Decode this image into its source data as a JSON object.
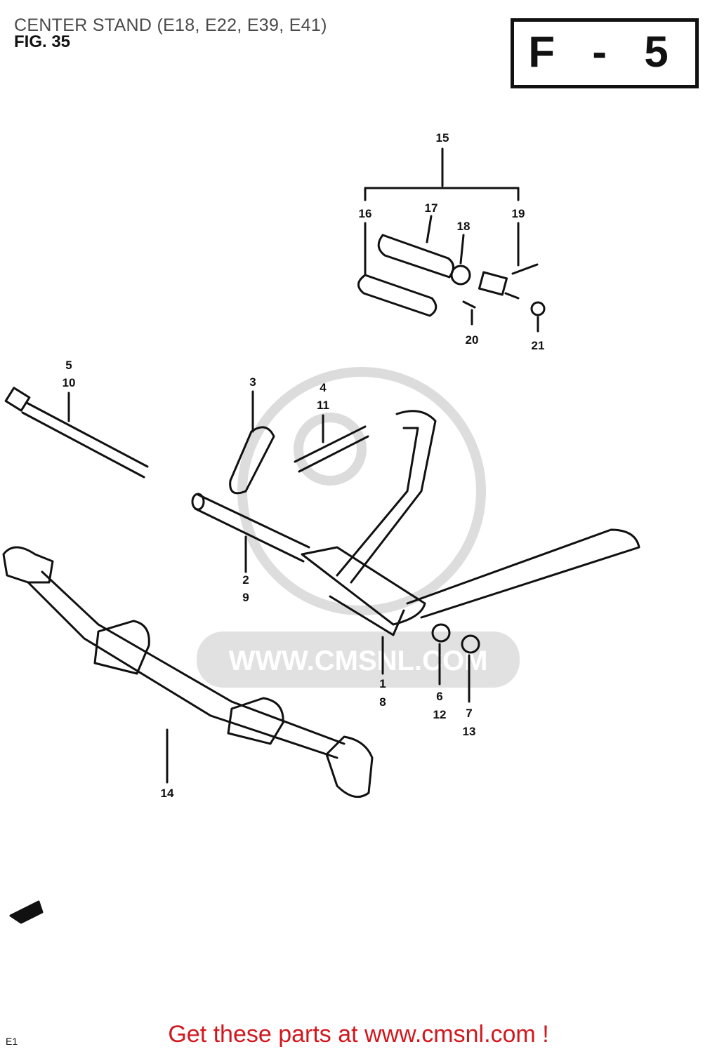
{
  "header": {
    "title": "CENTER STAND (E18, E22, E39, E41)",
    "figure_label": "FIG. 35",
    "page_code": "F - 5"
  },
  "diagram": {
    "part_callouts": [
      "15",
      "16",
      "17",
      "18",
      "19",
      "20",
      "21",
      "5",
      "10",
      "3",
      "4",
      "11",
      "2",
      "9",
      "1",
      "8",
      "6",
      "12",
      "7",
      "13",
      "14"
    ],
    "watermark": "WWW.CMSNL.COM",
    "corner_code": "E1"
  },
  "footer": {
    "link_text": "Get these parts at www.cmsnl.com !"
  },
  "colors": {
    "line": "#111111",
    "watermark": "#cccccc",
    "footer_text": "#d1171e"
  }
}
